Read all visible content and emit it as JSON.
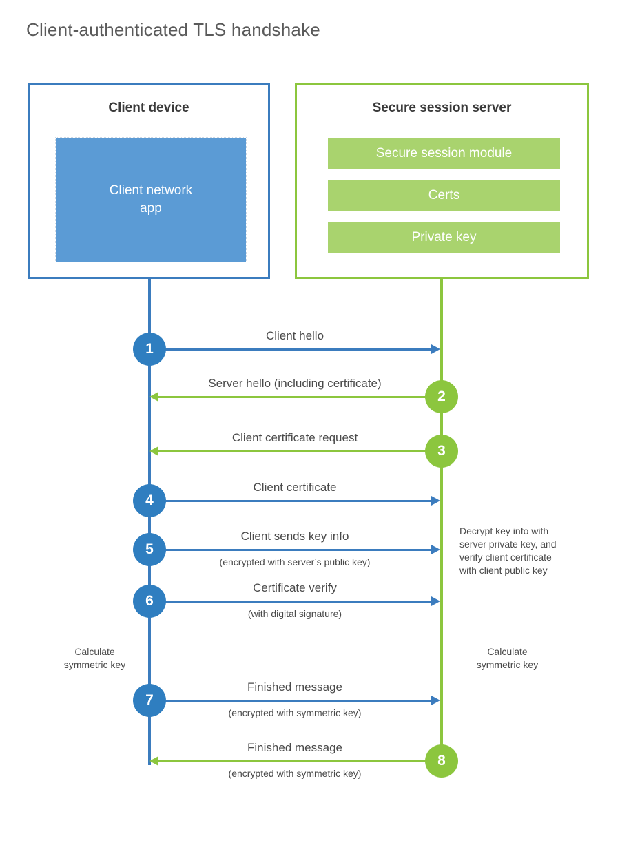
{
  "title": "Client-authenticated TLS handshake",
  "colors": {
    "client_blue": "#3b7cbe",
    "client_badge_blue": "#2f7ec0",
    "client_app_fill": "#5b9bd5",
    "server_green": "#8cc63e",
    "server_bar_fill": "#a9d36e",
    "text": "#4a4a4a",
    "title_text": "#5a5a5a",
    "background": "#ffffff"
  },
  "parties": {
    "client": {
      "title": "Client device",
      "app_label_line1": "Client network",
      "app_label_line2": "app"
    },
    "server": {
      "title": "Secure session server",
      "components": [
        {
          "label": "Secure session module"
        },
        {
          "label": "Certs"
        },
        {
          "label": "Private key"
        }
      ]
    }
  },
  "steps": [
    {
      "number": "1",
      "label": "Client hello",
      "sublabel": "",
      "direction": "client-to-server",
      "color": "blue"
    },
    {
      "number": "2",
      "label": "Server hello (including certificate)",
      "sublabel": "",
      "direction": "server-to-client",
      "color": "green"
    },
    {
      "number": "3",
      "label": "Client certificate request",
      "sublabel": "",
      "direction": "server-to-client",
      "color": "green"
    },
    {
      "number": "4",
      "label": "Client certificate",
      "sublabel": "",
      "direction": "client-to-server",
      "color": "blue"
    },
    {
      "number": "5",
      "label": "Client sends key info",
      "sublabel": "(encrypted with server’s public key)",
      "direction": "client-to-server",
      "color": "blue"
    },
    {
      "number": "6",
      "label": "Certificate verify",
      "sublabel": "(with digital signature)",
      "direction": "client-to-server",
      "color": "blue"
    },
    {
      "number": "7",
      "label": "Finished message",
      "sublabel": "(encrypted with symmetric key)",
      "direction": "client-to-server",
      "color": "blue"
    },
    {
      "number": "8",
      "label": "Finished message",
      "sublabel": "(encrypted with symmetric key)",
      "direction": "server-to-client",
      "color": "green"
    }
  ],
  "annotations": {
    "server_note": {
      "line1": "Decrypt key info with",
      "line2": "server private key, and",
      "line3": "verify client certificate",
      "line4": "with client public key"
    },
    "calculate_client": {
      "line1": "Calculate",
      "line2": "symmetric key"
    },
    "calculate_server": {
      "line1": "Calculate",
      "line2": "symmetric key"
    }
  }
}
